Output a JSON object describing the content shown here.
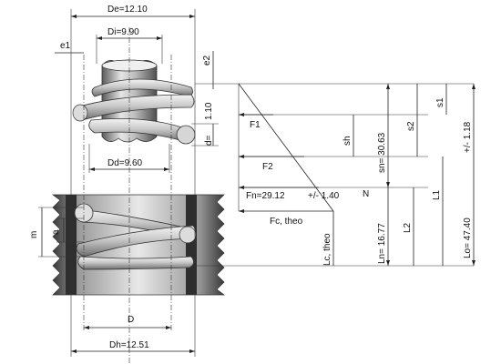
{
  "diagram": {
    "labels": {
      "De": "De=12.10",
      "Di": "Di=9.90",
      "e1": "e1",
      "e2": "e2",
      "d": "d=",
      "d_value": "1.10",
      "Dd": "Dd=9.60",
      "m": "m",
      "a": "a",
      "D": "D",
      "Dh": "Dh=12.51",
      "F1": "F1",
      "F2": "F2",
      "Fn": "Fn=29.12",
      "Fn_tol": "+/- 1.40",
      "N": "N",
      "Fc_theo": "Fc, theo",
      "sh": "sh",
      "sn": "sn= 30.63",
      "s1": "s1",
      "s2": "s2",
      "L1": "L1",
      "L2": "L2",
      "Lc_theo": "Lc, theo",
      "Ln": "Ln= 16.77",
      "Lo": "Lo= 47.40",
      "Lo_tol": "+/-  1.18"
    },
    "colors": {
      "line": "#222222",
      "coil_light": "#f2f2f2",
      "coil_dark": "#6b6b6b",
      "body_dark": "#4a4a4a",
      "body_light": "#d9d9d9"
    }
  }
}
